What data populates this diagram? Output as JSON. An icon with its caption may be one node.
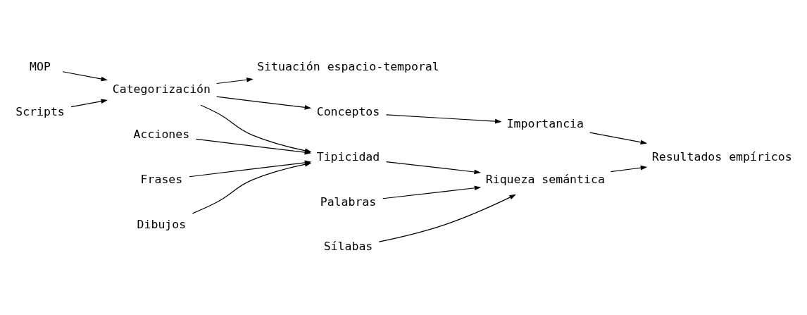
{
  "diagram": {
    "nodes": [
      {
        "text": [
          "MOP"
        ]
      },
      {
        "text": [
          "Categorización"
        ]
      },
      {
        "text": [
          "Situación espacio-temporal"
        ]
      },
      {
        "text": [
          "Scripts"
        ]
      },
      {
        "text": [
          "Conceptos"
        ]
      },
      {
        "text": [
          "Acciones"
        ]
      },
      {
        "text": [
          "Tipicidad"
        ]
      },
      {
        "text": [
          "Importancia"
        ]
      },
      {
        "text": [
          "Frases"
        ]
      },
      {
        "text": [
          "Dibujos"
        ]
      },
      {
        "text": [
          "Riqueza semántica"
        ]
      },
      {
        "text": [
          "Palabras"
        ]
      },
      {
        "text": [
          "Sílabas"
        ]
      },
      {
        "text": [
          "Resultados empíricos"
        ]
      }
    ],
    "edges": [
      {
        "from": 0,
        "to": 1,
        "arrow": "to"
      },
      {
        "from": 3,
        "to": 1,
        "arrow": "to"
      },
      {
        "from": 1,
        "to": 2,
        "arrow": "to"
      },
      {
        "from": 1,
        "to": 4,
        "arrow": "to"
      },
      {
        "from": 1,
        "to": 6,
        "arrow": "to"
      },
      {
        "from": 4,
        "to": 7,
        "arrow": "to"
      },
      {
        "from": 5,
        "to": 6,
        "arrow": "to"
      },
      {
        "from": 8,
        "to": 6,
        "arrow": "to"
      },
      {
        "from": 9,
        "to": 6,
        "arrow": "to"
      },
      {
        "from": 6,
        "to": 10,
        "arrow": "to"
      },
      {
        "from": 11,
        "to": 10,
        "arrow": "to"
      },
      {
        "from": 12,
        "to": 10,
        "arrow": "to"
      },
      {
        "from": 10,
        "to": 13,
        "arrow": "to"
      },
      {
        "from": 7,
        "to": 13,
        "arrow": "to"
      }
    ]
  }
}
